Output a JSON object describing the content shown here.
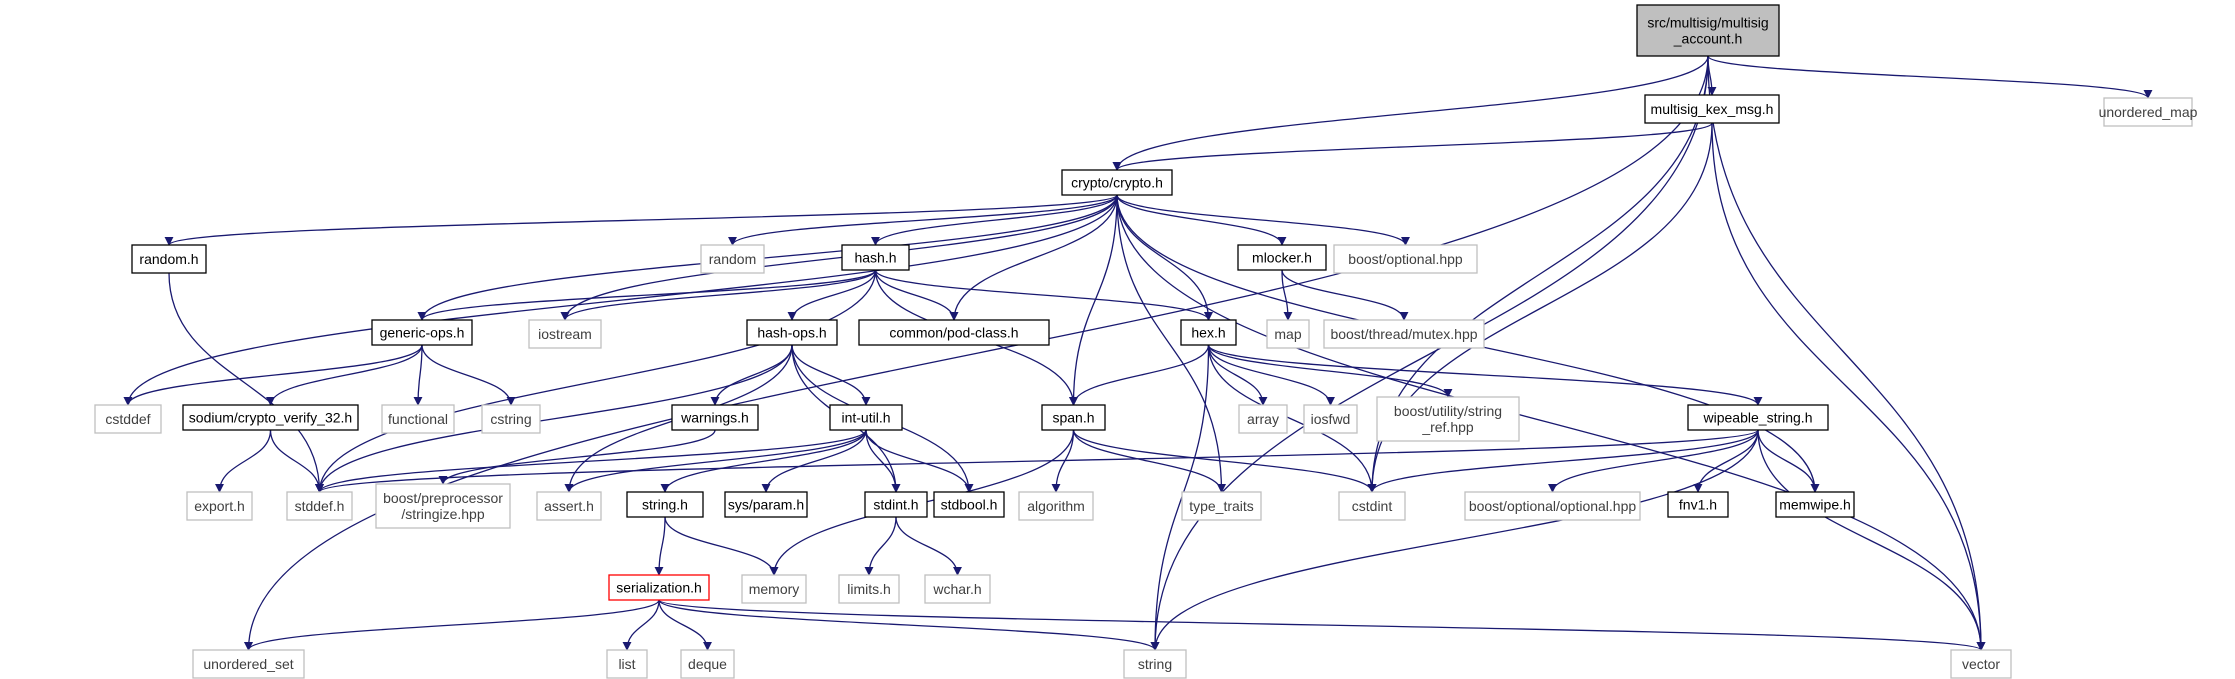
{
  "nodes": [
    {
      "id": "n0",
      "lines": [
        "src/multisig/multisig",
        "_account.h"
      ],
      "style": "root"
    },
    {
      "id": "n1",
      "lines": [
        "multisig_kex_msg.h"
      ],
      "style": "linked"
    },
    {
      "id": "n2",
      "lines": [
        "unordered_map"
      ],
      "style": "external"
    },
    {
      "id": "n3",
      "lines": [
        "crypto/crypto.h"
      ],
      "style": "linked"
    },
    {
      "id": "n4",
      "lines": [
        "random.h"
      ],
      "style": "linked"
    },
    {
      "id": "n5",
      "lines": [
        "random"
      ],
      "style": "external"
    },
    {
      "id": "n6",
      "lines": [
        "hash.h"
      ],
      "style": "linked"
    },
    {
      "id": "n7",
      "lines": [
        "mlocker.h"
      ],
      "style": "linked"
    },
    {
      "id": "n8",
      "lines": [
        "boost/optional.hpp"
      ],
      "style": "external"
    },
    {
      "id": "n9",
      "lines": [
        "generic-ops.h"
      ],
      "style": "linked"
    },
    {
      "id": "n10",
      "lines": [
        "iostream"
      ],
      "style": "external"
    },
    {
      "id": "n11",
      "lines": [
        "hash-ops.h"
      ],
      "style": "linked"
    },
    {
      "id": "n12",
      "lines": [
        "common/pod-class.h"
      ],
      "style": "linked"
    },
    {
      "id": "n13",
      "lines": [
        "hex.h"
      ],
      "style": "linked"
    },
    {
      "id": "n14",
      "lines": [
        "map"
      ],
      "style": "external"
    },
    {
      "id": "n15",
      "lines": [
        "boost/thread/mutex.hpp"
      ],
      "style": "external"
    },
    {
      "id": "n16",
      "lines": [
        "cstddef"
      ],
      "style": "external"
    },
    {
      "id": "n17",
      "lines": [
        "functional"
      ],
      "style": "external"
    },
    {
      "id": "n18",
      "lines": [
        "cstring"
      ],
      "style": "external"
    },
    {
      "id": "n19",
      "lines": [
        "sodium/crypto_verify_32.h"
      ],
      "style": "linked"
    },
    {
      "id": "n20",
      "lines": [
        "warnings.h"
      ],
      "style": "linked"
    },
    {
      "id": "n21",
      "lines": [
        "int-util.h"
      ],
      "style": "linked"
    },
    {
      "id": "n22",
      "lines": [
        "span.h"
      ],
      "style": "linked"
    },
    {
      "id": "n23",
      "lines": [
        "array"
      ],
      "style": "external"
    },
    {
      "id": "n24",
      "lines": [
        "iosfwd"
      ],
      "style": "external"
    },
    {
      "id": "n25",
      "lines": [
        "boost/utility/string",
        "_ref.hpp"
      ],
      "style": "external"
    },
    {
      "id": "n26",
      "lines": [
        "wipeable_string.h"
      ],
      "style": "linked"
    },
    {
      "id": "n27",
      "lines": [
        "export.h"
      ],
      "style": "external"
    },
    {
      "id": "n28",
      "lines": [
        "stddef.h"
      ],
      "style": "external"
    },
    {
      "id": "n29",
      "lines": [
        "boost/preprocessor",
        "/stringize.hpp"
      ],
      "style": "external"
    },
    {
      "id": "n30",
      "lines": [
        "assert.h"
      ],
      "style": "external"
    },
    {
      "id": "n31",
      "lines": [
        "string.h"
      ],
      "style": "linked"
    },
    {
      "id": "n32",
      "lines": [
        "sys/param.h"
      ],
      "style": "linked"
    },
    {
      "id": "n33",
      "lines": [
        "stdint.h"
      ],
      "style": "linked"
    },
    {
      "id": "n34",
      "lines": [
        "stdbool.h"
      ],
      "style": "linked"
    },
    {
      "id": "n35",
      "lines": [
        "algorithm"
      ],
      "style": "external"
    },
    {
      "id": "n36",
      "lines": [
        "type_traits"
      ],
      "style": "external"
    },
    {
      "id": "n37",
      "lines": [
        "cstdint"
      ],
      "style": "external"
    },
    {
      "id": "n38",
      "lines": [
        "boost/optional/optional.hpp"
      ],
      "style": "external"
    },
    {
      "id": "n39",
      "lines": [
        "fnv1.h"
      ],
      "style": "linked"
    },
    {
      "id": "n40",
      "lines": [
        "memwipe.h"
      ],
      "style": "linked"
    },
    {
      "id": "n41",
      "lines": [
        "serialization.h"
      ],
      "style": "truncated"
    },
    {
      "id": "n42",
      "lines": [
        "memory"
      ],
      "style": "external"
    },
    {
      "id": "n43",
      "lines": [
        "limits.h"
      ],
      "style": "external"
    },
    {
      "id": "n44",
      "lines": [
        "wchar.h"
      ],
      "style": "external"
    },
    {
      "id": "n45",
      "lines": [
        "unordered_set"
      ],
      "style": "external"
    },
    {
      "id": "n46",
      "lines": [
        "list"
      ],
      "style": "external"
    },
    {
      "id": "n47",
      "lines": [
        "deque"
      ],
      "style": "external"
    },
    {
      "id": "n48",
      "lines": [
        "string"
      ],
      "style": "external"
    },
    {
      "id": "n49",
      "lines": [
        "vector"
      ],
      "style": "external"
    }
  ],
  "edges": [
    [
      "n0",
      "n1"
    ],
    [
      "n0",
      "n2"
    ],
    [
      "n0",
      "n3"
    ],
    [
      "n0",
      "n37"
    ],
    [
      "n0",
      "n48"
    ],
    [
      "n0",
      "n49"
    ],
    [
      "n0",
      "n45"
    ],
    [
      "n1",
      "n3"
    ],
    [
      "n1",
      "n37"
    ],
    [
      "n1",
      "n49"
    ],
    [
      "n3",
      "n4"
    ],
    [
      "n3",
      "n5"
    ],
    [
      "n3",
      "n6"
    ],
    [
      "n3",
      "n7"
    ],
    [
      "n3",
      "n8"
    ],
    [
      "n3",
      "n9"
    ],
    [
      "n3",
      "n10"
    ],
    [
      "n3",
      "n12"
    ],
    [
      "n3",
      "n13"
    ],
    [
      "n3",
      "n16"
    ],
    [
      "n3",
      "n22"
    ],
    [
      "n3",
      "n36"
    ],
    [
      "n3",
      "n40"
    ],
    [
      "n3",
      "n49"
    ],
    [
      "n4",
      "n28"
    ],
    [
      "n6",
      "n9"
    ],
    [
      "n6",
      "n10"
    ],
    [
      "n6",
      "n11"
    ],
    [
      "n6",
      "n12"
    ],
    [
      "n6",
      "n13"
    ],
    [
      "n6",
      "n22"
    ],
    [
      "n6",
      "n28"
    ],
    [
      "n7",
      "n14"
    ],
    [
      "n7",
      "n15"
    ],
    [
      "n9",
      "n16"
    ],
    [
      "n9",
      "n17"
    ],
    [
      "n9",
      "n18"
    ],
    [
      "n9",
      "n19"
    ],
    [
      "n11",
      "n20"
    ],
    [
      "n11",
      "n21"
    ],
    [
      "n11",
      "n28"
    ],
    [
      "n11",
      "n30"
    ],
    [
      "n11",
      "n33"
    ],
    [
      "n11",
      "n34"
    ],
    [
      "n13",
      "n22"
    ],
    [
      "n13",
      "n23"
    ],
    [
      "n13",
      "n24"
    ],
    [
      "n13",
      "n25"
    ],
    [
      "n13",
      "n26"
    ],
    [
      "n13",
      "n37"
    ],
    [
      "n13",
      "n48"
    ],
    [
      "n19",
      "n27"
    ],
    [
      "n19",
      "n28"
    ],
    [
      "n20",
      "n29"
    ],
    [
      "n21",
      "n30"
    ],
    [
      "n21",
      "n31"
    ],
    [
      "n21",
      "n32"
    ],
    [
      "n21",
      "n33"
    ],
    [
      "n21",
      "n34"
    ],
    [
      "n21",
      "n28"
    ],
    [
      "n22",
      "n35"
    ],
    [
      "n22",
      "n36"
    ],
    [
      "n22",
      "n37"
    ],
    [
      "n22",
      "n42"
    ],
    [
      "n26",
      "n28"
    ],
    [
      "n26",
      "n37"
    ],
    [
      "n26",
      "n38"
    ],
    [
      "n26",
      "n39"
    ],
    [
      "n26",
      "n40"
    ],
    [
      "n26",
      "n48"
    ],
    [
      "n26",
      "n49"
    ],
    [
      "n31",
      "n41"
    ],
    [
      "n31",
      "n42"
    ],
    [
      "n33",
      "n43"
    ],
    [
      "n33",
      "n44"
    ],
    [
      "n41",
      "n45"
    ],
    [
      "n41",
      "n46"
    ],
    [
      "n41",
      "n47"
    ],
    [
      "n41",
      "n48"
    ],
    [
      "n41",
      "n49"
    ]
  ],
  "colors": {
    "edge": "#191970",
    "root_fill": "#bfbfbf",
    "linked_border": "#000000",
    "external_border": "#bfbfbf",
    "truncated_border": "#ff0000"
  }
}
